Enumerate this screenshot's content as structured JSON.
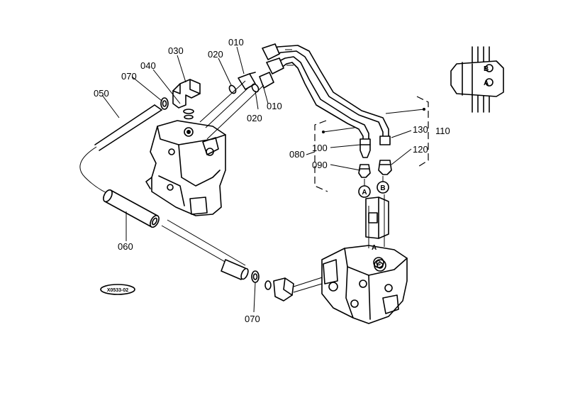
{
  "part_labels": {
    "p010_top": "010",
    "p010_bottom": "010",
    "p020_top": "020",
    "p020_bottom": "020",
    "p030": "030",
    "p040": "040",
    "p050": "050",
    "p060": "060",
    "p070_top": "070",
    "p070_bottom": "070",
    "p080": "080",
    "p090": "090",
    "p100": "100",
    "p110": "110",
    "p120": "120",
    "p130": "130"
  },
  "ports": {
    "port_a": "A",
    "port_b": "B",
    "port_c": "C",
    "inset_a": "A",
    "inset_b": "B"
  },
  "figure_code": "X0533-02"
}
